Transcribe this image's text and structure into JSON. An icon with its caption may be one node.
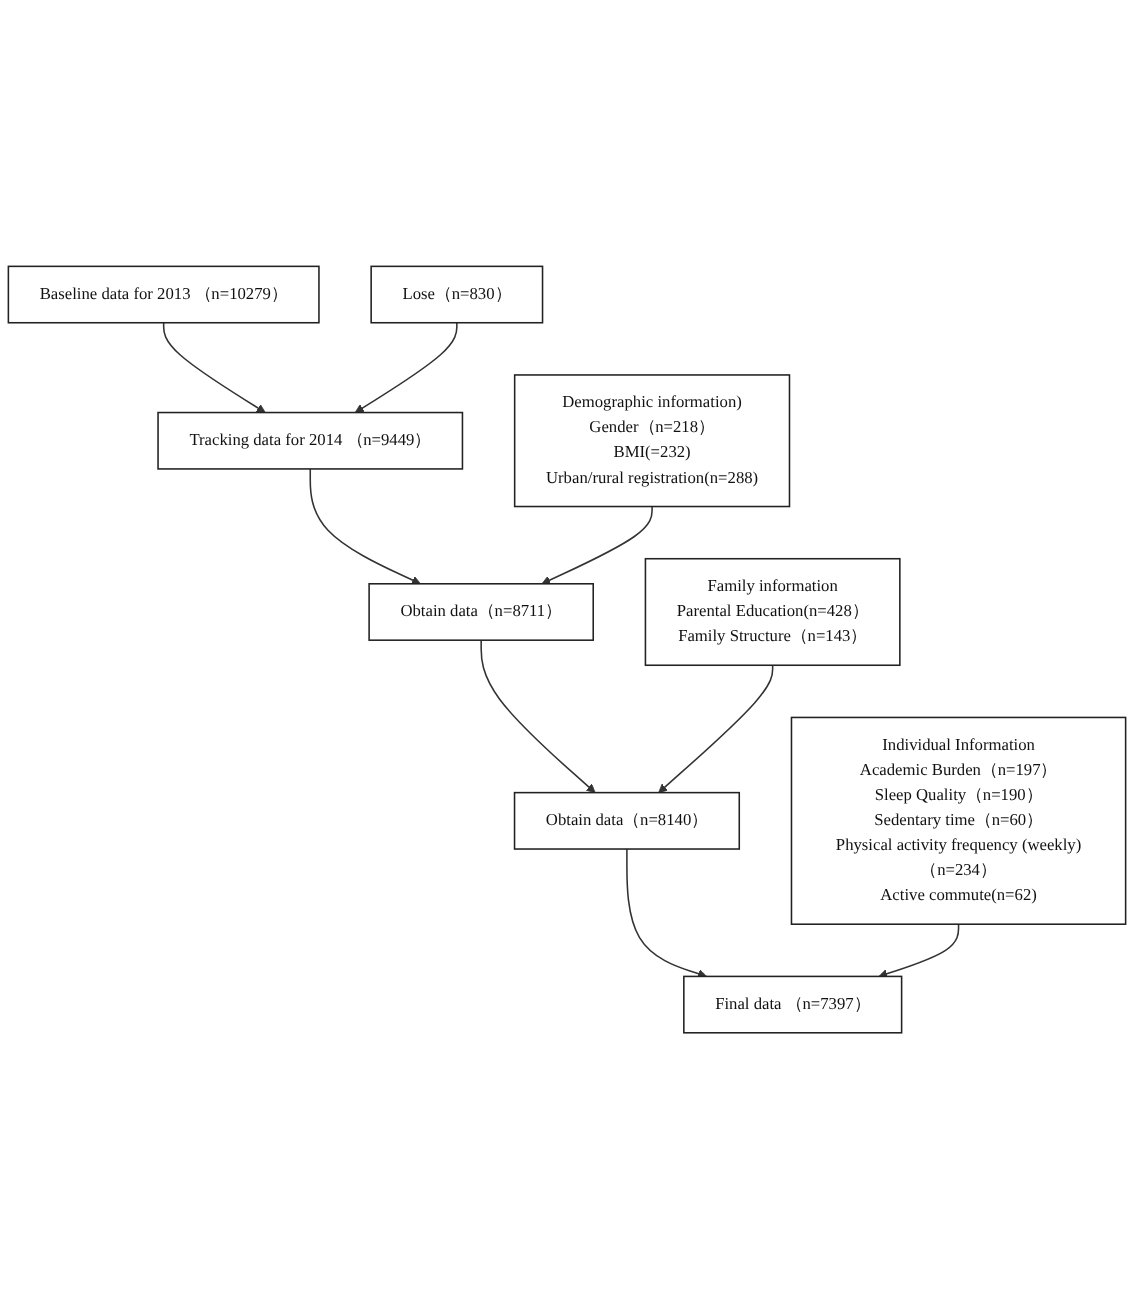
{
  "diagram": {
    "nodes": [
      {
        "text": [
          "Baseline data for 2013 （n=10279）"
        ]
      },
      {
        "text": [
          "Lose（n=830）"
        ]
      },
      {
        "text": [
          "Tracking data for 2014 （n=9449）"
        ]
      },
      {
        "text": [
          "Demographic information)",
          "Gender（n=218）",
          "BMI(=232)",
          "Urban/rural registration(n=288)"
        ]
      },
      {
        "text": [
          "Obtain data（n=8711）"
        ]
      },
      {
        "text": [
          "Family information",
          "Parental Education(n=428）",
          "Family Structure（n=143）"
        ]
      },
      {
        "text": [
          "Obtain data（n=8140）"
        ]
      },
      {
        "text": [
          "Individual Information",
          "Academic Burden（n=197）",
          "Sleep Quality（n=190）",
          "Sedentary time（n=60）",
          "Physical activity frequency (weekly)（n=234）",
          "Active commute(n=62)"
        ]
      },
      {
        "text": [
          "Final data （n=7397）"
        ]
      }
    ],
    "edges": [
      {
        "from": 0,
        "to": 2,
        "arrow": "to"
      },
      {
        "from": 1,
        "to": 2,
        "arrow": "to"
      },
      {
        "from": 2,
        "to": 4,
        "arrow": "to"
      },
      {
        "from": 3,
        "to": 4,
        "arrow": "to"
      },
      {
        "from": 4,
        "to": 6,
        "arrow": "to"
      },
      {
        "from": 5,
        "to": 6,
        "arrow": "to"
      },
      {
        "from": 6,
        "to": 8,
        "arrow": "to"
      },
      {
        "from": 7,
        "to": 8,
        "arrow": "to"
      }
    ]
  }
}
